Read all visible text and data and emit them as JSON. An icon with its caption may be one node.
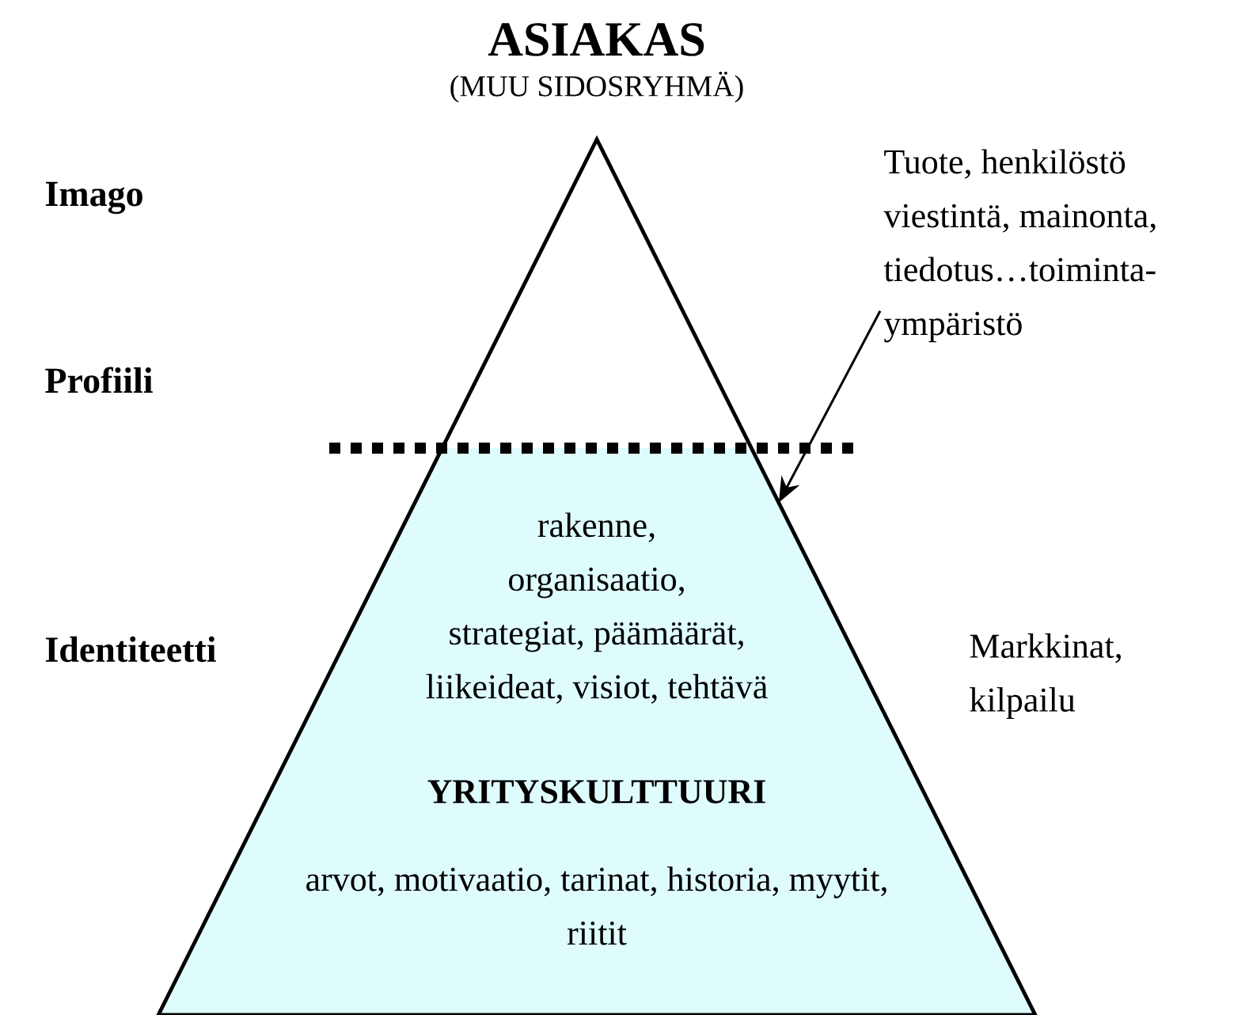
{
  "diagram": {
    "title": "ASIAKAS",
    "nodes": [
      {
        "text": [
          "rakenne, organisaatio, strategiat, päämäärät, liikeideat, visiot, tehtävä",
          "YRITYSKULTTUURI",
          "arvot, motivaatio, tarinat, historia, myytit, riitit"
        ]
      },
      {
        "text": [
          "Tuote, henkilöstö viestintä, mainonta, tiedotus…toiminta- ympäristö"
        ]
      }
    ],
    "edges": [
      {
        "from": 1,
        "to": 0,
        "arrow": "to"
      }
    ],
    "labels": [
      "(MUU SIDOSRYHMÄ)",
      "Imago",
      "Profiili",
      "Identiteetti",
      "Markkinat, kilpailu"
    ]
  }
}
